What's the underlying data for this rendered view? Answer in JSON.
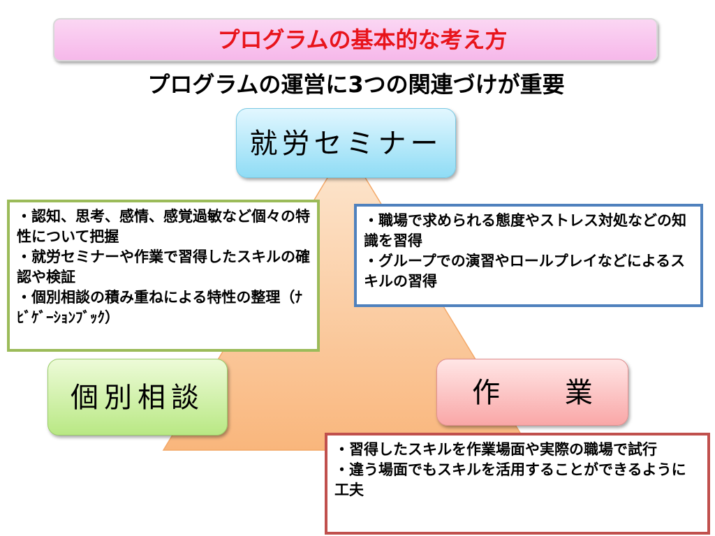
{
  "title": "プログラムの基本的な考え方",
  "subtitle": "プログラムの運営に3つの関連づけが重要",
  "nodes": {
    "top": "就労セミナー",
    "left": "個別相談",
    "right": "作 業"
  },
  "boxes": {
    "left": [
      "・認知、思考、感情、感覚過敏など個々の特性について把握",
      "・就労セミナーや作業で習得したスキルの確認や検証",
      "・個別相談の積み重ねによる特性の整理（ﾅﾋﾞｹﾞｰｼｮﾝﾌﾞｯｸ）"
    ],
    "right": [
      "・職場で求められる態度やストレス対処などの知識を習得",
      "・グループでの演習やロールプレイなどによるスキルの習得"
    ],
    "bottom": [
      "・習得したスキルを作業場面や実際の職場で試行",
      "・違う場面でもスキルを活用することができるように工夫"
    ]
  },
  "colors": {
    "title_text": "#e8141b",
    "left_border": "#9bbb59",
    "right_border": "#4f81bd",
    "bottom_border": "#c0504d",
    "pyramid_top": "#fde0c4",
    "pyramid_bottom": "#f9b67c"
  }
}
